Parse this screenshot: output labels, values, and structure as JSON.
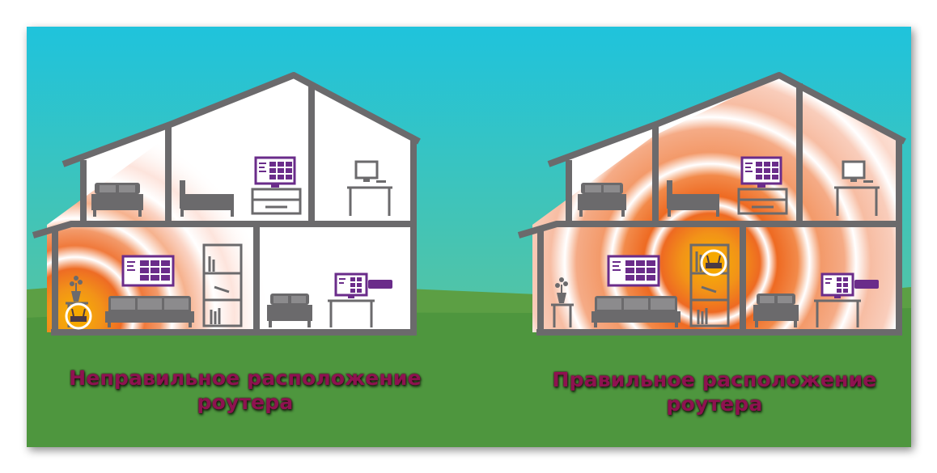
{
  "scene": {
    "colors": {
      "sky_top": "#1fc3dc",
      "sky_bottom": "#5ec48c",
      "ground": "#4e9a3e",
      "wall": "#6b6a6c",
      "furniture": "#6b6a6c",
      "device": "#6a2c8a",
      "signal_core": "#f4a000",
      "signal_mid": "#ee6a22",
      "signal_outer": "#f4b8a8",
      "caption": "#8e1250"
    },
    "houses": [
      {
        "label_line1": "Неправильное расположение",
        "label_line2": "роутера",
        "router_position": "corner",
        "signal_rings": 4
      },
      {
        "label_line1": "Правильное расположение",
        "label_line2": "роутера",
        "router_position": "center",
        "signal_rings": 7
      }
    ]
  }
}
